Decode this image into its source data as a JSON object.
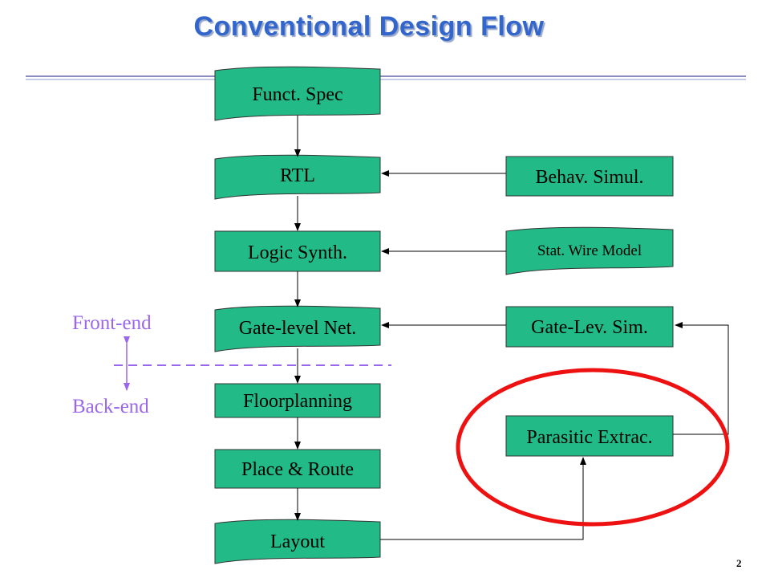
{
  "title": "Conventional Design Flow",
  "page_number": "2",
  "colors": {
    "box_fill": "#22bb88",
    "title": "#3366cc",
    "side_label": "#9966ee",
    "highlight": "#ee1111",
    "divider": "#9966ee"
  },
  "flow": {
    "funct_spec": "Funct. Spec",
    "rtl": "RTL",
    "logic_synth": "Logic Synth.",
    "gate_level_net": "Gate-level Net.",
    "floorplanning": "Floorplanning",
    "place_route": "Place & Route",
    "layout": "Layout"
  },
  "side": {
    "behav_simul": "Behav. Simul.",
    "stat_wire_model": "Stat. Wire Model",
    "gate_lev_sim": "Gate-Lev. Sim.",
    "parasitic_extrac": "Parasitic Extrac."
  },
  "labels": {
    "front_end": "Front-end",
    "back_end": "Back-end"
  }
}
